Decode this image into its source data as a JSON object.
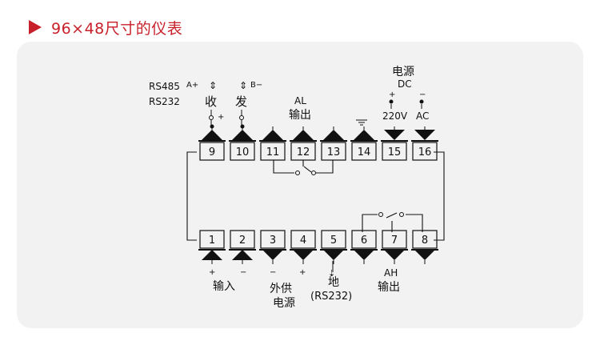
{
  "header": {
    "title": "96×48尺寸的仪表",
    "accent": "#c8202a"
  },
  "diagram": {
    "top_terminals": [
      "9",
      "10",
      "11",
      "12",
      "13",
      "14",
      "15",
      "16"
    ],
    "bottom_terminals": [
      "1",
      "2",
      "3",
      "4",
      "5",
      "6",
      "7",
      "8"
    ],
    "labels": {
      "rs485": "RS485",
      "rs232": "RS232",
      "a_plus": "A+",
      "b_minus": "B−",
      "receive": "收",
      "send": "发",
      "plus_mark": "+",
      "minus_mark": "−",
      "al_title": "AL",
      "al_output": "输出",
      "power_title": "电源",
      "power_dc": "DC",
      "power_220v": "220V",
      "power_ac": "AC",
      "input": "输入",
      "ext_supply_1": "外供",
      "ext_supply_2": "电源",
      "ground": "地",
      "ground_rs232": "(RS232)",
      "ah_title": "AH",
      "ah_output": "输出"
    }
  }
}
